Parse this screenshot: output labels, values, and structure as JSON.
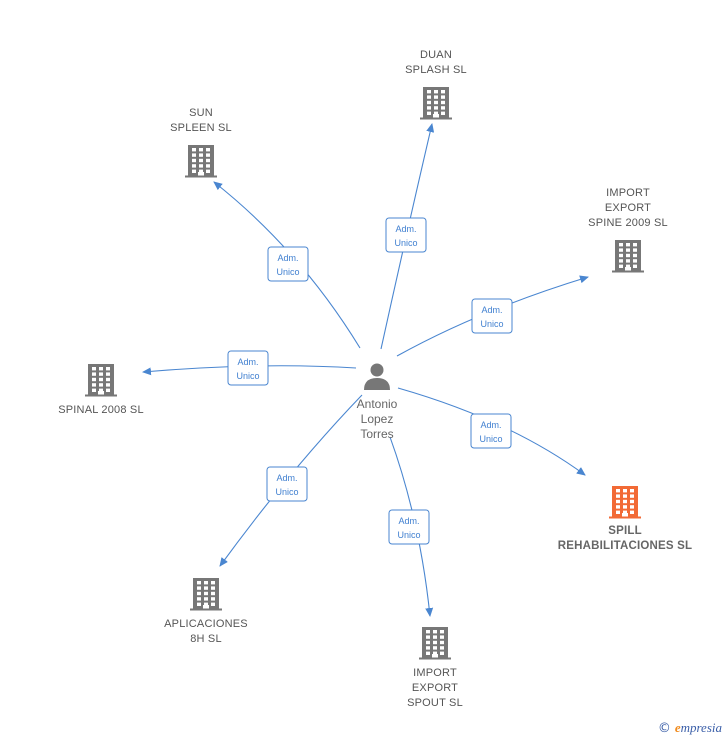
{
  "colors": {
    "edge": "#4a86d0",
    "company": "#777777",
    "highlight": "#f26a35",
    "person": "#777777"
  },
  "person": {
    "lines": [
      "Antonio",
      "Lopez",
      "Torres"
    ],
    "icon": "person-icon"
  },
  "companies": [
    {
      "id": "duan",
      "lines": [
        "DUAN",
        "SPLASH SL"
      ],
      "highlight": false,
      "icon": "building-icon",
      "edge": [
        "Adm.",
        "Unico"
      ]
    },
    {
      "id": "sun",
      "lines": [
        "SUN",
        "SPLEEN SL"
      ],
      "highlight": false,
      "icon": "building-icon",
      "edge": [
        "Adm.",
        "Unico"
      ]
    },
    {
      "id": "import2009",
      "lines": [
        "IMPORT",
        "EXPORT",
        "SPINE 2009 SL"
      ],
      "highlight": false,
      "icon": "building-icon",
      "edge": [
        "Adm.",
        "Unico"
      ]
    },
    {
      "id": "spinal",
      "lines": [
        "SPINAL 2008 SL"
      ],
      "highlight": false,
      "icon": "building-icon",
      "edge": [
        "Adm.",
        "Unico"
      ]
    },
    {
      "id": "spill",
      "lines": [
        "SPILL",
        "REHABILITACIONES SL"
      ],
      "highlight": true,
      "icon": "building-icon",
      "edge": [
        "Adm.",
        "Unico"
      ]
    },
    {
      "id": "aplicaciones",
      "lines": [
        "APLICACIONES",
        "8H SL"
      ],
      "highlight": false,
      "icon": "building-icon",
      "edge": [
        "Adm.",
        "Unico"
      ]
    },
    {
      "id": "spout",
      "lines": [
        "IMPORT",
        "EXPORT",
        "SPOUT SL"
      ],
      "highlight": false,
      "icon": "building-icon",
      "edge": [
        "Adm.",
        "Unico"
      ]
    }
  ],
  "footer": {
    "copyright": "©",
    "brand_first": "e",
    "brand_rest": "mpresia"
  }
}
